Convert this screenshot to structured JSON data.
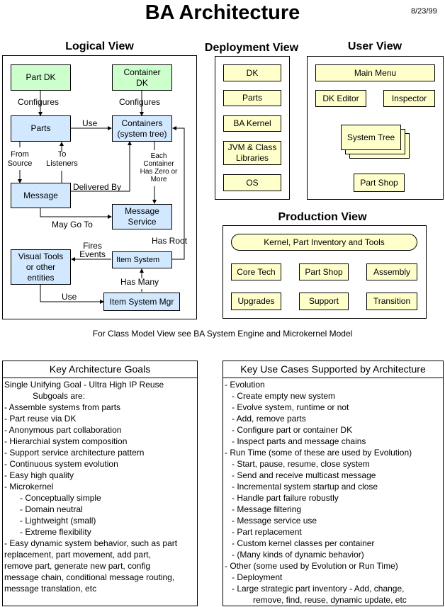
{
  "header": {
    "title": "BA Architecture",
    "date": "8/23/99"
  },
  "logical_view": {
    "title": "Logical View",
    "nodes": {
      "part_dk": "Part DK",
      "container_dk": "Container DK",
      "parts": "Parts",
      "containers": "Containers (system tree)",
      "message": "Message",
      "message_service": "Message Service",
      "visual_tools": "Visual Tools or other entities",
      "item_system": "Item System",
      "item_system_mgr": "Item System Mgr"
    },
    "edges": {
      "configures_1": "Configures",
      "configures_2": "Configures",
      "use_1": "Use",
      "from_source": "From Source",
      "to_listeners": "To Listeners",
      "delivered_by": "Delivered By",
      "each_container": "Each Container Has Zero or More",
      "may_go_to": "May Go To",
      "has_root": "Has Root",
      "fires_events": "Fires Events",
      "has_many": "Has Many",
      "use_2": "Use"
    }
  },
  "deployment_view": {
    "title": "Deployment View",
    "layers": [
      "DK",
      "Parts",
      "BA Kernel",
      "JVM & Class Libraries",
      "OS"
    ]
  },
  "user_view": {
    "title": "User View",
    "nodes": {
      "main_menu": "Main Menu",
      "dk_editor": "DK Editor",
      "inspector": "Inspector",
      "system_tree": "System Tree",
      "part_shop": "Part Shop"
    }
  },
  "production_view": {
    "title": "Production View",
    "nodes": {
      "kernel": "Kernel, Part Inventory and Tools",
      "core_tech": "Core Tech",
      "part_shop": "Part Shop",
      "assembly": "Assembly",
      "transition": "Transition",
      "support": "Support",
      "upgrades": "Upgrades"
    },
    "flow_color": "#0000ff"
  },
  "note": "For Class Model View see BA System Engine and Microkernel Model",
  "goals": {
    "title": "Key Architecture Goals",
    "lines": [
      {
        "text": "Single Unifying Goal - Ultra High IP Reuse",
        "indent": 0
      },
      {
        "text": "Subgoals are:",
        "indent": 3
      },
      {
        "text": "- Assemble systems from parts",
        "indent": 0
      },
      {
        "text": "- Part reuse via DK",
        "indent": 0
      },
      {
        "text": "- Anonymous part collaboration",
        "indent": 0
      },
      {
        "text": "- Hierarchial system composition",
        "indent": 0
      },
      {
        "text": "- Support service architecture pattern",
        "indent": 0
      },
      {
        "text": "- Continuous system evolution",
        "indent": 0
      },
      {
        "text": "- Easy high quality",
        "indent": 0
      },
      {
        "text": "- Microkernel",
        "indent": 0
      },
      {
        "text": "- Conceptually simple",
        "indent": 2
      },
      {
        "text": "- Domain neutral",
        "indent": 2
      },
      {
        "text": "- Lightweight (small)",
        "indent": 2
      },
      {
        "text": "- Extreme flexibility",
        "indent": 2
      },
      {
        "text": "- Easy dynamic system behavior, such as part",
        "indent": 0
      },
      {
        "text": "replacement, part movement, add part,",
        "indent": 0
      },
      {
        "text": "remove part, generate new part, config",
        "indent": 0
      },
      {
        "text": "message chain, conditional message routing,",
        "indent": 0
      },
      {
        "text": "message translation, etc",
        "indent": 0
      }
    ]
  },
  "use_cases": {
    "title": "Key Use Cases Supported by Architecture",
    "lines": [
      {
        "text": "- Evolution",
        "indent": 0
      },
      {
        "text": "- Create empty new system",
        "indent": 1
      },
      {
        "text": "- Evolve system, runtime or not",
        "indent": 1
      },
      {
        "text": "- Add, remove parts",
        "indent": 1
      },
      {
        "text": "- Configure part or container DK",
        "indent": 1
      },
      {
        "text": "- Inspect parts and message chains",
        "indent": 1
      },
      {
        "text": "- Run Time (some of these are used by Evolution)",
        "indent": 0
      },
      {
        "text": "- Start, pause, resume, close system",
        "indent": 1
      },
      {
        "text": "- Send and receive multicast message",
        "indent": 1
      },
      {
        "text": "- Incremental system startup and close",
        "indent": 1
      },
      {
        "text": "- Handle part failure robustly",
        "indent": 1
      },
      {
        "text": "- Message filtering",
        "indent": 1
      },
      {
        "text": "- Message service use",
        "indent": 1
      },
      {
        "text": "- Part replacement",
        "indent": 1
      },
      {
        "text": "- Custom kernel classes per container",
        "indent": 1
      },
      {
        "text": "- (Many kinds of dynamic behavior)",
        "indent": 1
      },
      {
        "text": "- Other (some used by Evolution or Run Time)",
        "indent": 0
      },
      {
        "text": "- Deployment",
        "indent": 1
      },
      {
        "text": "- Large strategic part inventory - Add, change,",
        "indent": 1
      },
      {
        "text": "remove, find, reuse, dynamic update, etc",
        "indent": 3
      }
    ]
  }
}
